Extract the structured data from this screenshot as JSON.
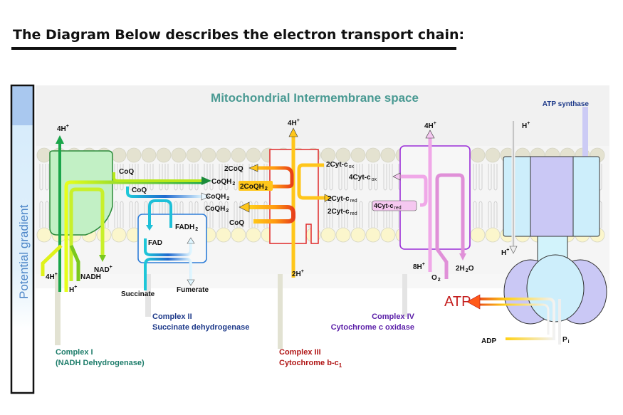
{
  "heading": "The Diagram Below describes the electron transport chain:",
  "gradient_label": "Potential gradient",
  "region_label": "Mitochondrial Intermembrane space",
  "colors": {
    "complex1": "#1e7d6b",
    "complex2": "#1e3a8a",
    "complex3": "#b01515",
    "complex4": "#5b1fa8",
    "atp_synthase": "#1e3a8a",
    "region": "#4a9a93",
    "gradient_text": "#4d86c8",
    "atp": "#c41e1e"
  },
  "complexes": [
    {
      "id": "complex1",
      "title": "Complex I",
      "subtitle": "(NADH Dehydrogenase)"
    },
    {
      "id": "complex2",
      "title": "Complex II",
      "subtitle": "Succinate dehydrogenase"
    },
    {
      "id": "complex3",
      "title": "Complex III",
      "subtitle": "Cytochrome b-c",
      "subtitle_sub": "1"
    },
    {
      "id": "complex4",
      "title": "Complex IV",
      "subtitle": "Cytochrome c oxidase"
    },
    {
      "id": "atp_synthase",
      "title": "ATP synthase"
    }
  ],
  "labels": {
    "c1_top": {
      "base": "4H",
      "sup": "+"
    },
    "c1_out_left": {
      "base": "4H",
      "sup": "+"
    },
    "c1_out_mid": {
      "base": "H",
      "sup": "+"
    },
    "c1_nadh": "NADH",
    "c1_nad": {
      "base": "NAD",
      "sup": "+"
    },
    "coq_1": "CoQ",
    "coq_2": "CoQ",
    "coqh2_1": {
      "base": "CoQH",
      "sub": "2"
    },
    "coqh2_2": {
      "base": "CoQH",
      "sub": "2"
    },
    "coqh2_3": {
      "base": "CoQH",
      "sub": "2"
    },
    "two_coq": "2CoQ",
    "two_coqh2": {
      "base": "2CoQH",
      "sub": "2"
    },
    "coq_3": "CoQ",
    "fadh2": {
      "base": "FADH",
      "sub": "2"
    },
    "fad": "FAD",
    "succinate": "Succinate",
    "fumerate": "Fumerate",
    "c3_top": {
      "base": "4H",
      "sup": "+"
    },
    "c3_bottom": {
      "base": "2H",
      "sup": "+"
    },
    "cyt_ox_2": {
      "base": "2Cyt-c",
      "sub": "ox"
    },
    "cyt_ox_4": {
      "base": "4Cyt-c",
      "sub": "ox"
    },
    "cyt_red_2a": {
      "base": "2Cyt-c",
      "sub": "red"
    },
    "cyt_red_2b": {
      "base": "2Cyt-c",
      "sub": "red"
    },
    "cyt_red_4": {
      "base": "4Cyt-c",
      "sub": "red"
    },
    "c4_top": {
      "base": "4H",
      "sup": "+"
    },
    "c4_8h": {
      "base": "8H",
      "sup": "+"
    },
    "c4_o2": {
      "base": "O",
      "sub": "2"
    },
    "c4_h2o": {
      "base": "2H",
      "sub": "2",
      "tail": "O"
    },
    "atp_h_top": {
      "base": "H",
      "sup": "+"
    },
    "atp_h_bottom": {
      "base": "H",
      "sup": "+"
    },
    "atp": "ATP",
    "adp": "ADP",
    "pi": {
      "base": "P",
      "sub": "i"
    }
  }
}
